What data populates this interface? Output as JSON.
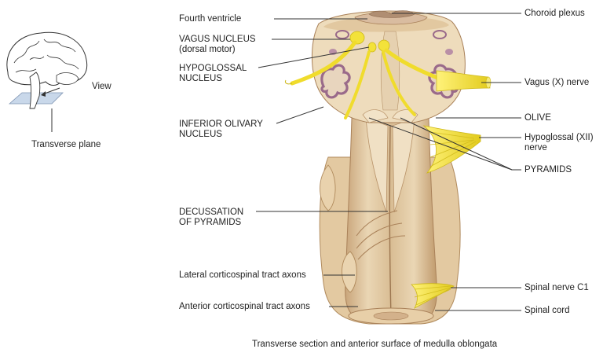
{
  "figure": {
    "caption": "Transverse section and anterior surface of medulla oblongata"
  },
  "inset": {
    "view_label": "View",
    "plane_label": "Transverse plane"
  },
  "labels_left": {
    "fourth_ventricle": "Fourth ventricle",
    "vagus_nucleus_1": "VAGUS NUCLEUS",
    "vagus_nucleus_2": "(dorsal motor)",
    "hypoglossal_nucleus_1": "HYPOGLOSSAL",
    "hypoglossal_nucleus_2": "NUCLEUS",
    "inferior_olivary_1": "INFERIOR OLIVARY",
    "inferior_olivary_2": "NUCLEUS",
    "decussation_1": "DECUSSATION",
    "decussation_2": "OF PYRAMIDS",
    "lateral_tract": "Lateral corticospinal tract axons",
    "anterior_tract": "Anterior corticospinal tract axons"
  },
  "labels_right": {
    "choroid_plexus": "Choroid plexus",
    "vagus_nerve": "Vagus (X) nerve",
    "olive": "OLIVE",
    "hypoglossal_nerve_1": "Hypoglossal (XII)",
    "hypoglossal_nerve_2": "nerve",
    "pyramids": "PYRAMIDS",
    "spinal_nerve": "Spinal nerve C1",
    "spinal_cord": "Spinal cord"
  },
  "colors": {
    "tissue": "#e9d2ad",
    "tissue_dark": "#c9a57a",
    "tissue_shadow": "#b58f63",
    "nucleus_purple": "#9a6a8a",
    "nerve_yellow": "#f3e23a",
    "nerve_yellow_dark": "#d8c31f",
    "leader": "#333333",
    "inset_plane": "#c9d8ea"
  }
}
